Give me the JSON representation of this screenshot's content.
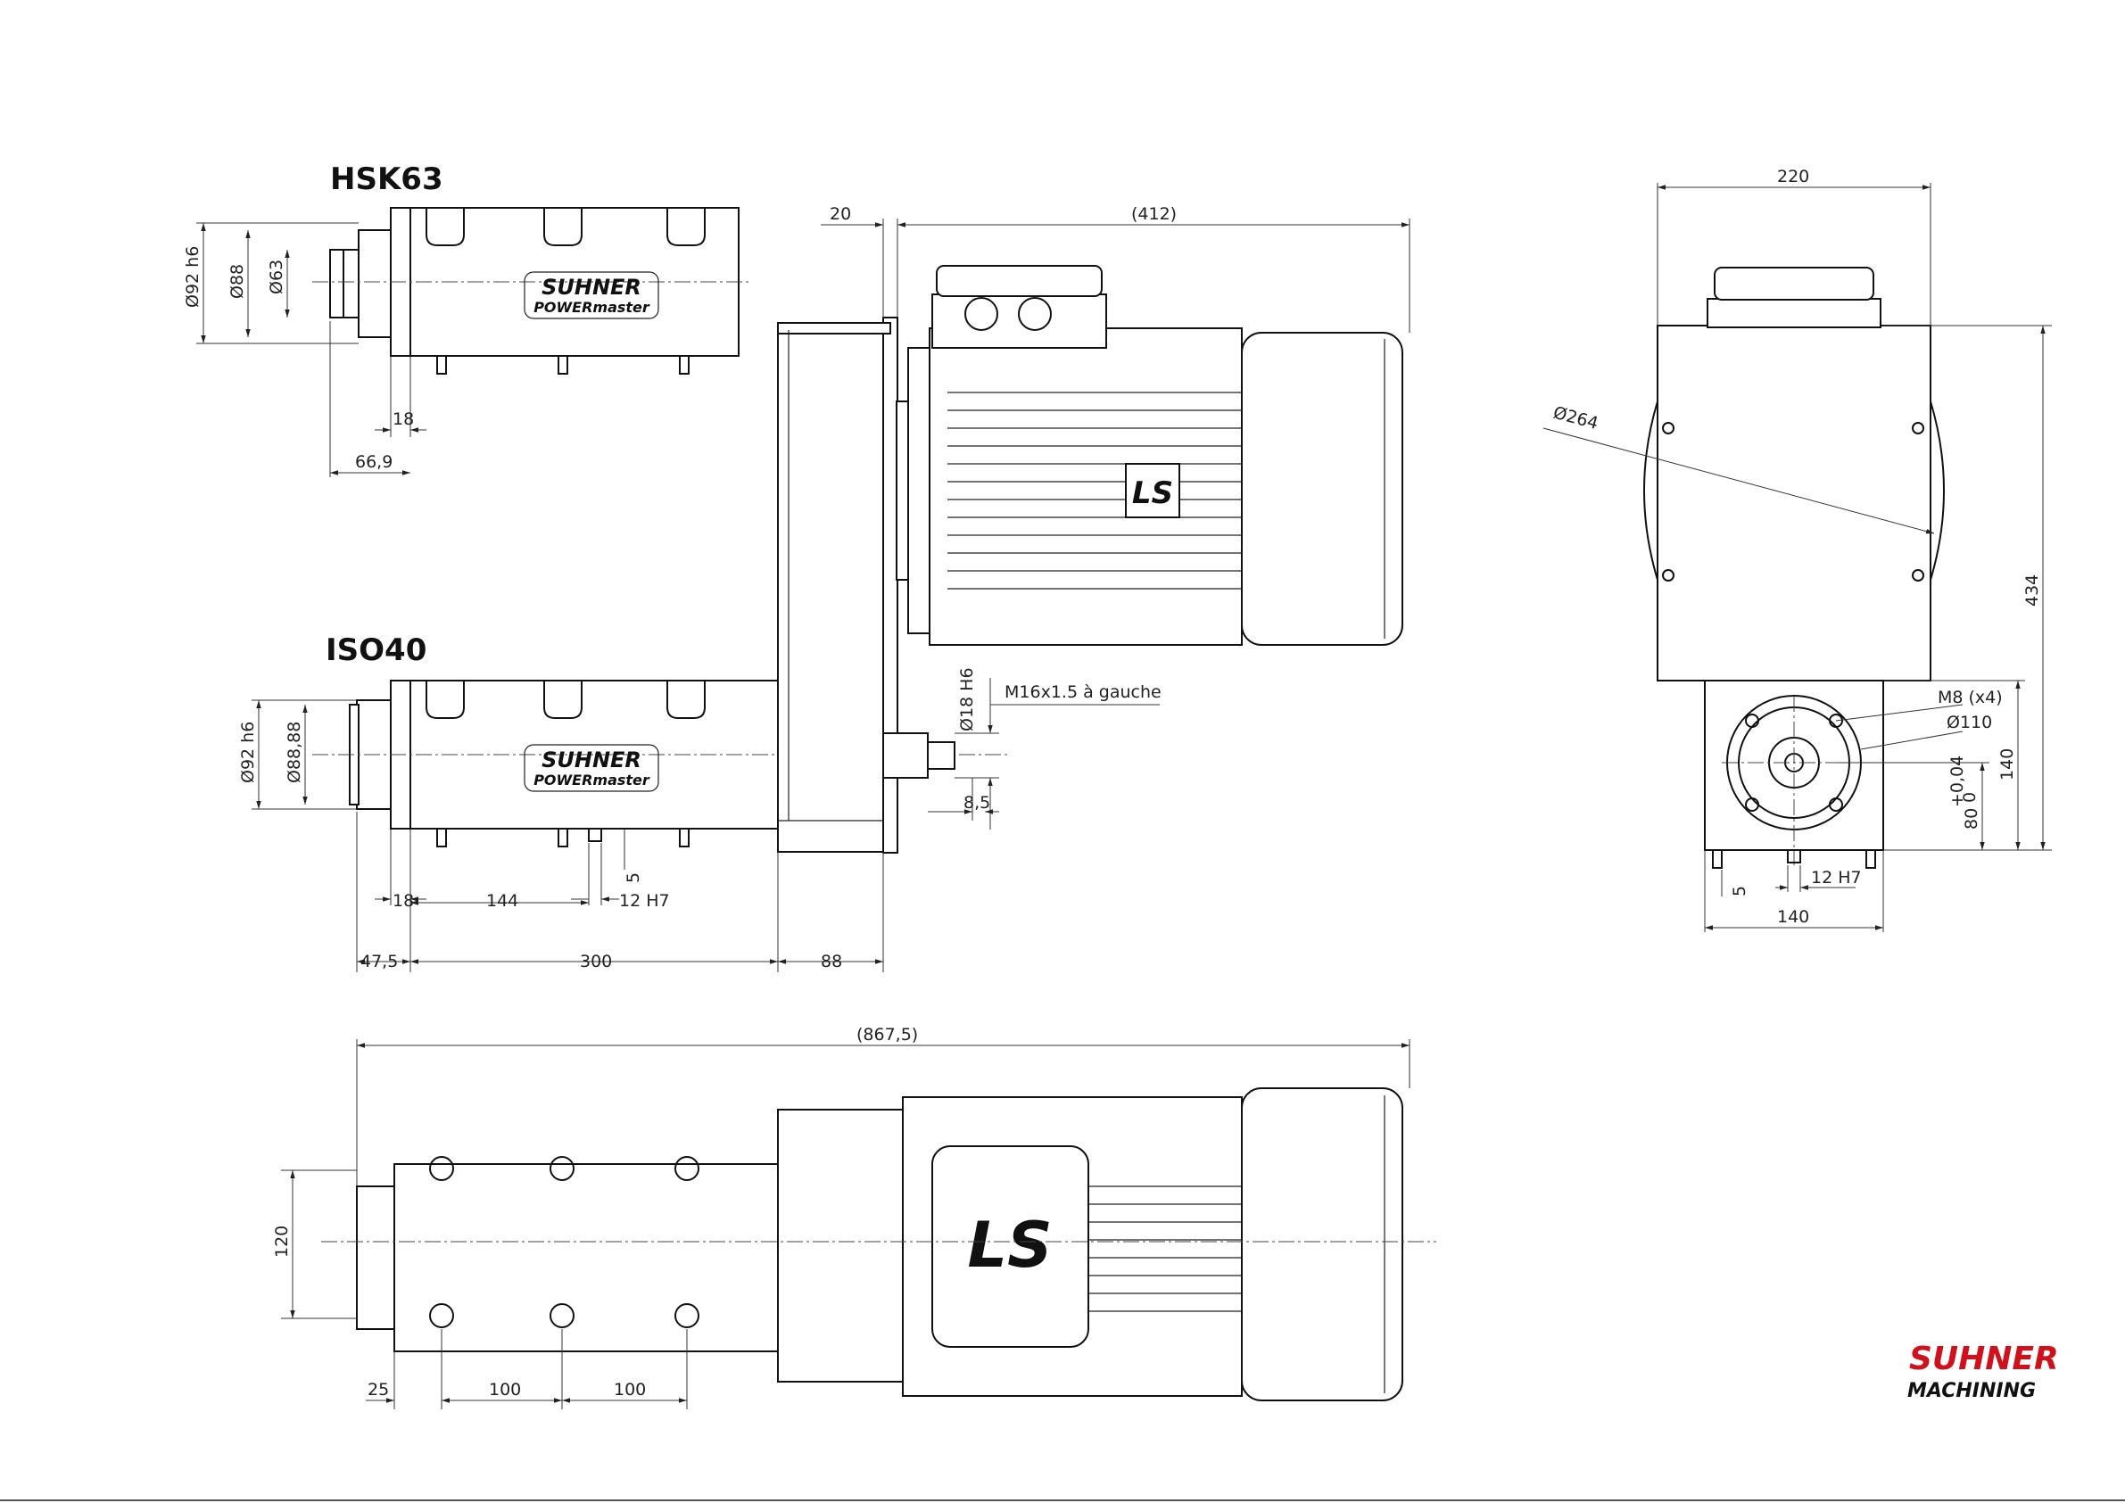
{
  "titles": {
    "hsk63": "HSK63",
    "iso40": "ISO40"
  },
  "hsk63_dims": {
    "d92": "Ø92 h6",
    "d88": "Ø88",
    "d63": "Ø63",
    "l18": "18",
    "l669": "66,9"
  },
  "iso40_dims": {
    "d92": "Ø92 h6",
    "d8888": "Ø88,88",
    "l18": "18",
    "l144": "144",
    "l12h7": "12 H7",
    "l5": "5",
    "l475": "47,5",
    "l300": "300",
    "l88": "88"
  },
  "side_dims": {
    "l20": "20",
    "l412": "(412)",
    "d18h6": "Ø18 H6",
    "thread": "M16x1.5 à gauche",
    "l85": "8,5"
  },
  "front_dims": {
    "w220": "220",
    "d264": "Ø264",
    "h434": "434",
    "m8": "M8 (x4)",
    "d110": "Ø110",
    "h140": "140",
    "h80": "80",
    "tol": "+0,04",
    "tol0": "0",
    "l5": "5",
    "l12h7": "12 H7",
    "w140": "140"
  },
  "top_dims": {
    "l8675": "(867,5)",
    "h120": "120",
    "l25": "25",
    "l100a": "100",
    "l100b": "100"
  },
  "labels": {
    "brand": "SUHNER",
    "model": "POWERmaster",
    "logo_top": "SUHNER",
    "logo_bottom": "MACHINING"
  },
  "colors": {
    "logo_red": "#d0101b",
    "line": "#111111"
  }
}
